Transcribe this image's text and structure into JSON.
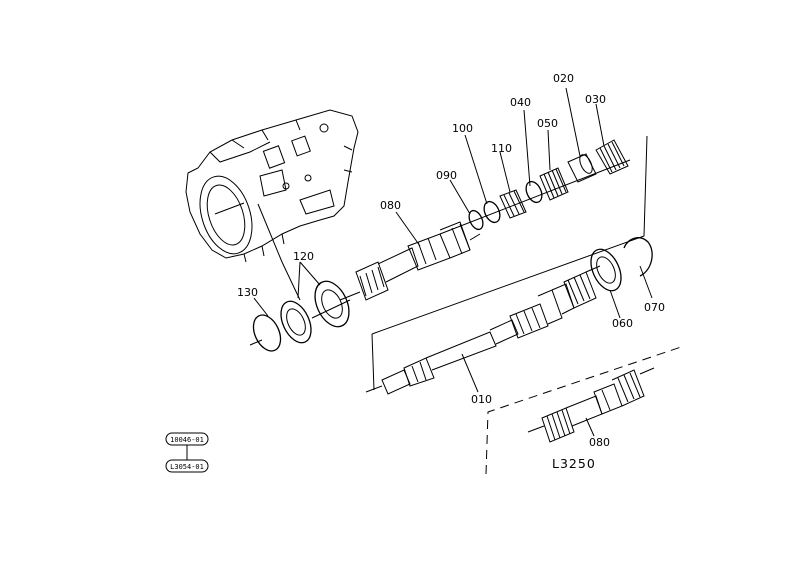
{
  "diagram": {
    "part_labels": [
      "010",
      "020",
      "030",
      "040",
      "050",
      "060",
      "070",
      "080",
      "090",
      "100",
      "110",
      "120",
      "130"
    ],
    "alt_part_label": "080",
    "model_code": "L3250",
    "ref_codes": [
      "10046-01",
      "L3054-01"
    ]
  }
}
